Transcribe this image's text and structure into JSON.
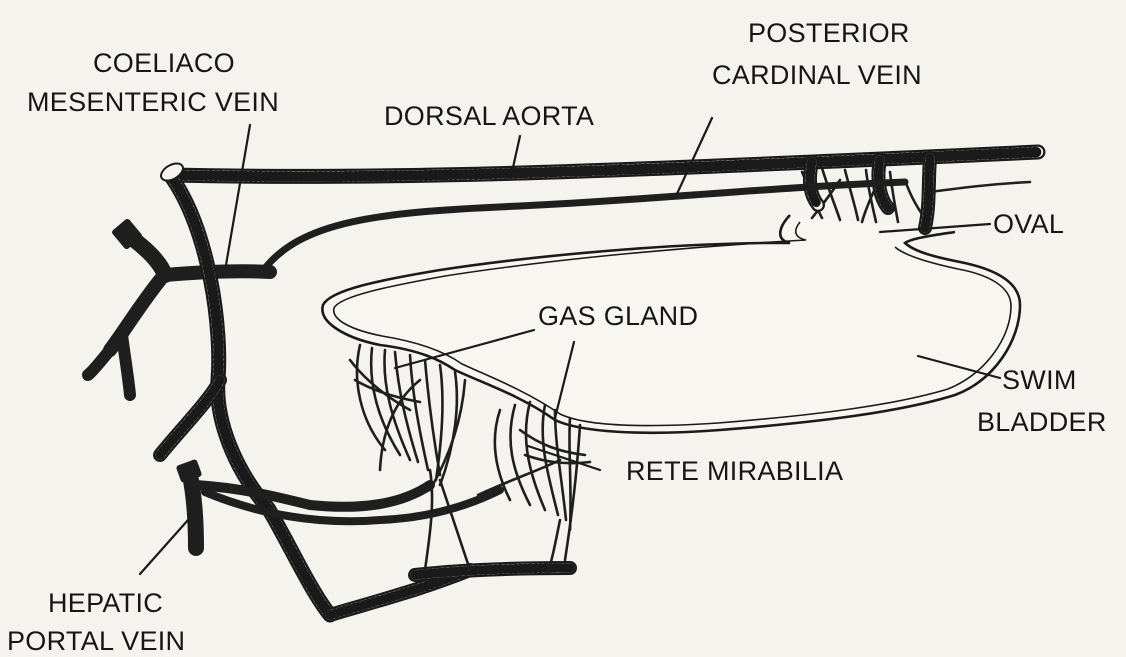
{
  "labels": {
    "coeliaco_1": "COELIACO",
    "coeliaco_2": "MESENTERIC VEIN",
    "dorsal_aorta": "DORSAL AORTA",
    "posterior_1": "POSTERIOR",
    "posterior_2": "CARDINAL VEIN",
    "oval": "OVAL",
    "gas_gland": "GAS GLAND",
    "swim_1": "SWIM",
    "swim_2": "BLADDER",
    "rete": "RETE MIRABILIA",
    "hepatic_1": "HEPATIC",
    "hepatic_2": "PORTAL VEIN"
  },
  "colors": {
    "background": "#f4f3ee",
    "ink": "#1a1a1a"
  }
}
